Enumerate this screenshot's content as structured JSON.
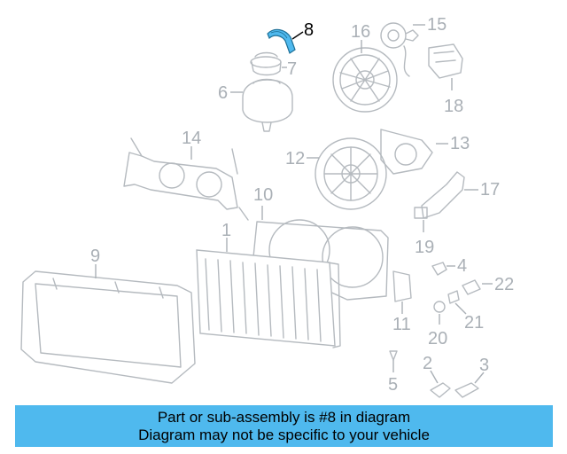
{
  "diagram": {
    "highlight_color": "#4fb9ee",
    "part_color": "#b5babf",
    "callouts": {
      "c1": "1",
      "c2": "2",
      "c3": "3",
      "c4": "4",
      "c5": "5",
      "c6": "6",
      "c7": "7",
      "c8": "8",
      "c9": "9",
      "c10": "10",
      "c11": "11",
      "c12": "12",
      "c13": "13",
      "c14": "14",
      "c15": "15",
      "c16": "16",
      "c17": "17",
      "c18": "18",
      "c19": "19",
      "c20": "20",
      "c21": "21",
      "c22": "22"
    },
    "highlighted_part": "8"
  },
  "banner": {
    "line1": "Part or sub-assembly is #8 in diagram",
    "line2": "Diagram may not be specific to your vehicle",
    "background": "#4fb9ee"
  }
}
